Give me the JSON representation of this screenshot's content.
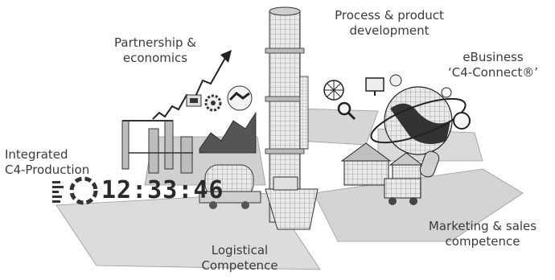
{
  "labels": {
    "process": [
      "Process & product",
      "development"
    ],
    "partnership": [
      "Partnership &",
      "economics"
    ],
    "ebusiness": [
      "eBusiness",
      "‘C4-Connect®’"
    ],
    "integrated": [
      "Integrated",
      "C4-Production"
    ],
    "marketing": [
      "Marketing & sales",
      "competence"
    ],
    "logistical": [
      "Logistical",
      "Competence"
    ]
  },
  "clock_readout": "12:33:46",
  "icons": [
    "graph-arrow-icon",
    "circuit-board-icon",
    "gear-icon",
    "handshake-icon",
    "network-icon",
    "magnifier-icon",
    "computer-icon",
    "globe-icon",
    "house-icon",
    "truck-icon",
    "tank-truck-icon",
    "ship-icon",
    "column-icon",
    "refinery-icon",
    "clock-icon"
  ]
}
